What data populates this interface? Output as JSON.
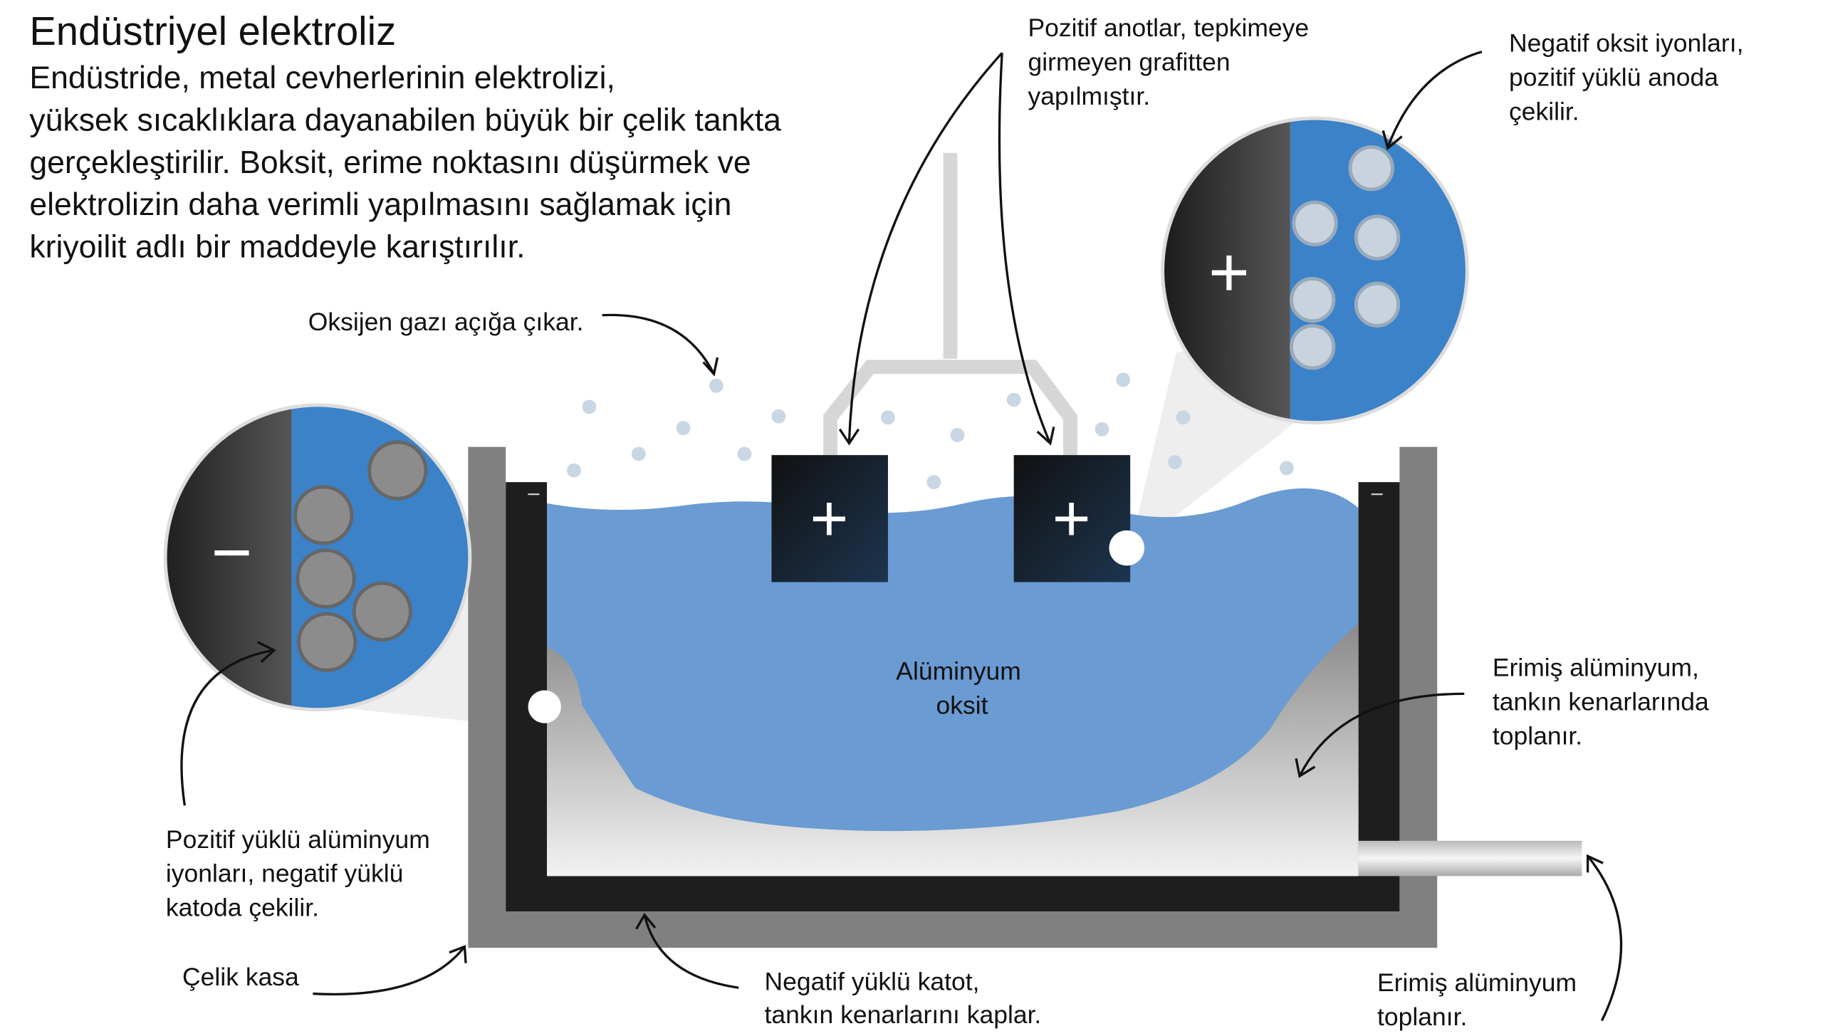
{
  "title": "Endüstriyel elektroliz",
  "intro_lines": [
    "Endüstride, metal cevherlerinin elektrolizi,",
    "yüksek sıcaklıklara dayanabilen büyük bir çelik tankta",
    "gerçekleştirilir. Boksit, erime noktasını düşürmek ve",
    "elektrolizin daha verimli yapılmasını sağlamak için",
    "kriyoilit adlı bir maddeyle karıştırılır."
  ],
  "labels": {
    "oxygen": "Oksijen gazı açığa çıkar.",
    "anodes": [
      "Pozitif anotlar, tepkimeye",
      "girmeyen grafitten",
      "yapılmıştır."
    ],
    "neg_ions": [
      "Negatif oksit iyonları,",
      "pozitif yüklü anoda",
      "çekilir."
    ],
    "alumina": [
      "Alüminyum",
      "oksit"
    ],
    "molten_sides": [
      "Erimiş alüminyum,",
      "tankın kenarlarında",
      "toplanır."
    ],
    "pos_ions": [
      "Pozitif yüklü alüminyum",
      "iyonları, negatif yüklü",
      "katoda çekilir."
    ],
    "steel": "Çelik kasa",
    "cathode": [
      "Negatif yüklü katot,",
      "tankın kenarlarını kaplar."
    ],
    "collected": [
      "Erimiş alüminyum",
      "toplanır."
    ]
  },
  "symbols": {
    "plus": "+",
    "minus": "−"
  },
  "colors": {
    "electrolyte": "#6a9bd2",
    "ion_blue": "#3b82c8",
    "steel": "#808080",
    "cathode": "#1e1e1e"
  }
}
